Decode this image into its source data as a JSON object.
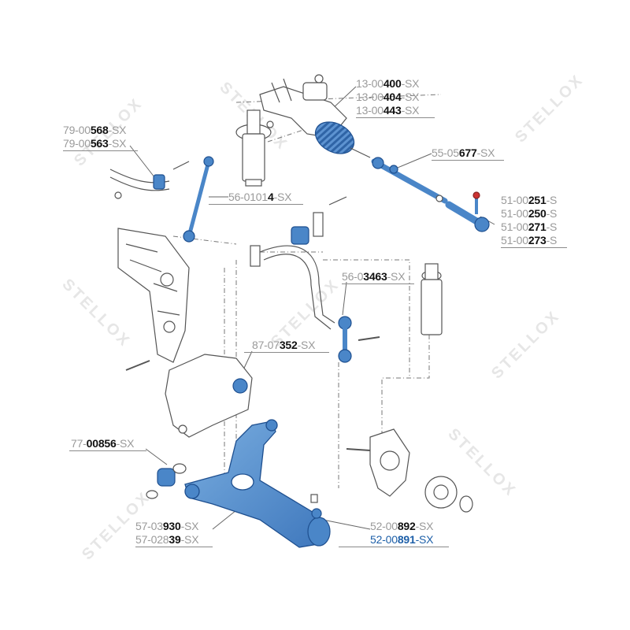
{
  "watermark": {
    "text": "STELLOX"
  },
  "colors": {
    "highlight": "#4a86c8",
    "highlight_dark": "#1e4f8f",
    "line": "#555555",
    "label_blue": "#1d5fa8"
  },
  "labels": {
    "steering_rack": [
      {
        "pre": "13-00",
        "mid": "400",
        "suf": "-SX"
      },
      {
        "pre": "13-00",
        "mid": "404",
        "suf": "-SX"
      },
      {
        "pre": "13-00",
        "mid": "443",
        "suf": "-SX"
      }
    ],
    "stab_bushing_top": [
      {
        "pre": "79-00",
        "mid": "568",
        "suf": "-SX"
      },
      {
        "pre": "79-00",
        "mid": "563",
        "suf": "-SX"
      }
    ],
    "tie_rod": {
      "pre": "55-05",
      "mid": "677",
      "suf": "-SX"
    },
    "tie_rod_ends": [
      {
        "pre": "51-00",
        "mid": "251",
        "suf": "-S"
      },
      {
        "pre": "51-00",
        "mid": "250",
        "suf": "-S"
      },
      {
        "pre": "51-00",
        "mid": "271",
        "suf": "-S"
      },
      {
        "pre": "51-00",
        "mid": "273",
        "suf": "-S"
      }
    ],
    "stab_link_left": {
      "pre": "56-0101",
      "mid": "4",
      "suf": "-SX"
    },
    "stab_link_right": {
      "pre": "56-0",
      "mid": "3463",
      "suf": "-SX"
    },
    "subframe_mount": {
      "pre": "87-07",
      "mid": "352",
      "suf": "-SX"
    },
    "arm_bushing": {
      "pre": "77-",
      "mid": "00856",
      "suf": "-SX"
    },
    "control_arm": [
      {
        "pre": "57-03",
        "mid": "930",
        "suf": "-SX"
      },
      {
        "pre": "57-028",
        "mid": "39",
        "suf": "-SX"
      }
    ],
    "ball_joint": [
      {
        "pre": "52-00",
        "mid": "892",
        "suf": "-SX"
      },
      {
        "pre": "52-00",
        "mid": "891",
        "suf": "-SX"
      }
    ]
  }
}
